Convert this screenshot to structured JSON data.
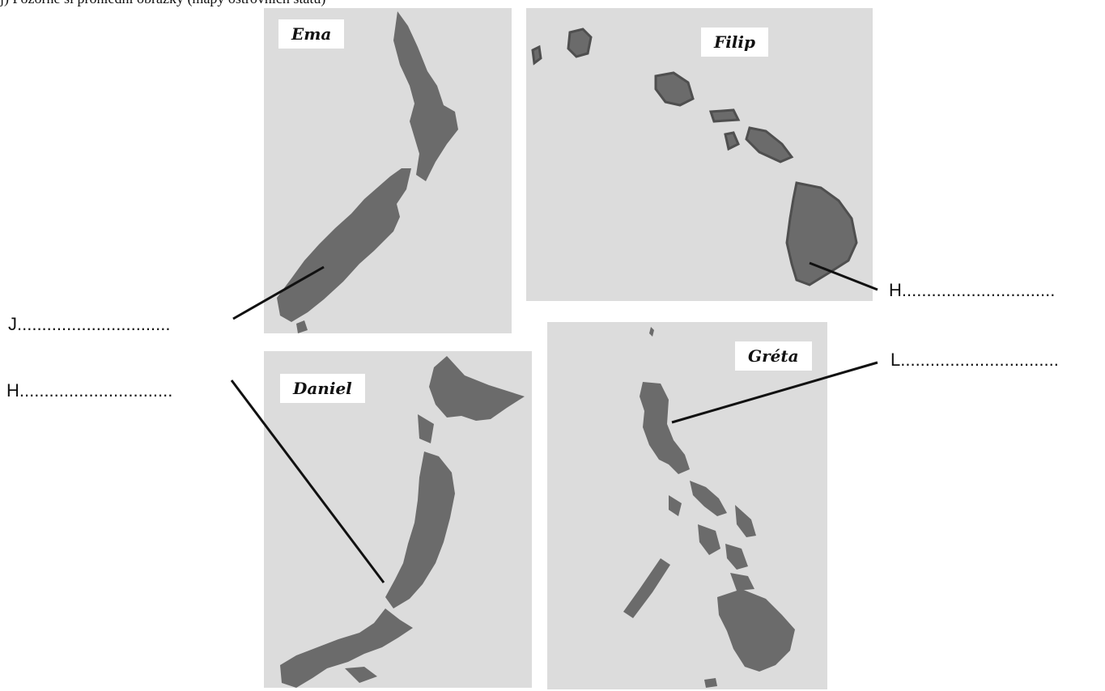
{
  "header": {
    "partial_text": "j) Pozorně si prohlédni obrázky (mapy ostrovních států)"
  },
  "panels": {
    "ema": {
      "name": "Ema"
    },
    "filip": {
      "name": "Filip"
    },
    "daniel": {
      "name": "Daniel"
    },
    "greta": {
      "name": "Gréta"
    }
  },
  "labels": {
    "left_top": "J...............................",
    "left_bottom": "H...............................",
    "right_top": "H...............................",
    "right_bottom": "L................................"
  },
  "colors": {
    "panel_bg": "#dcdcdc",
    "land": "#6b6b6b",
    "land_edge": "#4f4f4f",
    "line": "#111111"
  }
}
